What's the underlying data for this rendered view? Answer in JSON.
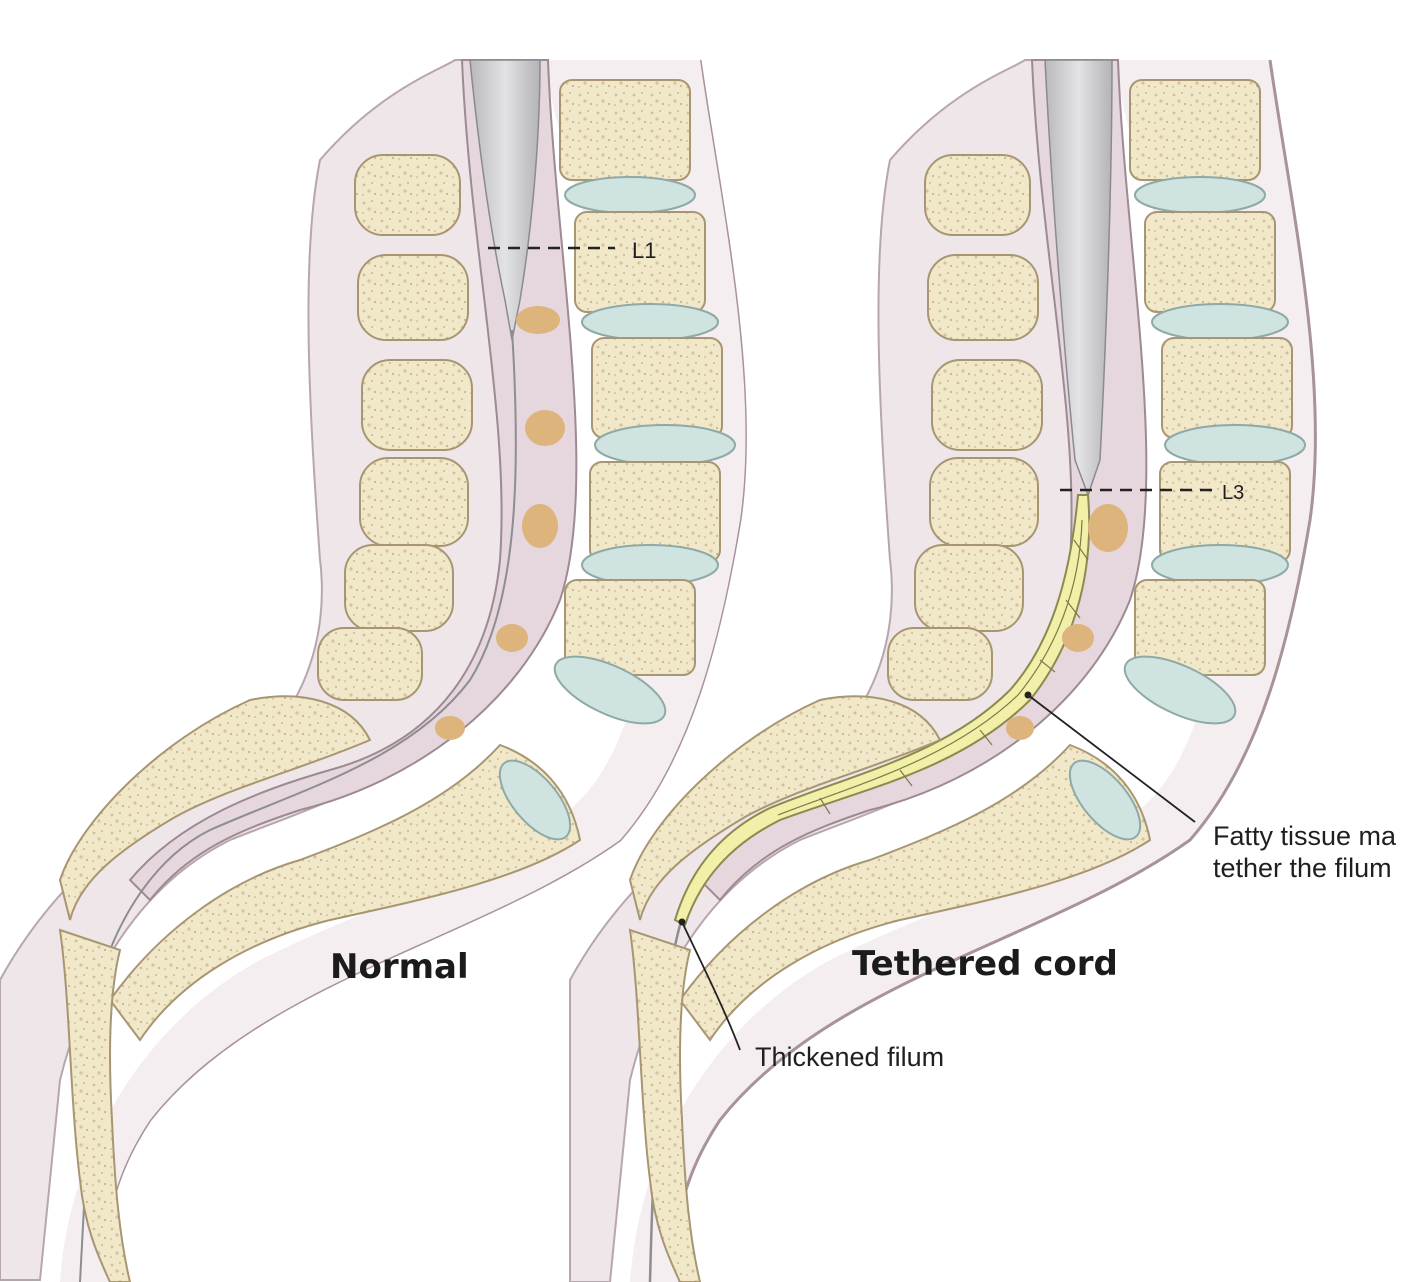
{
  "panels": [
    {
      "title": "Normal",
      "level_marker": "L1"
    },
    {
      "title": "Tethered cord",
      "level_marker": "L3",
      "callouts": [
        {
          "line1": "Fatty tissue ma",
          "line2": "tether the filum"
        },
        {
          "line1": "Thickened filum"
        }
      ]
    }
  ],
  "colors": {
    "bone": "#f1e8c9",
    "bone_speckle": "#c9b58e",
    "disc": "#cfe3e0",
    "dura": "#e6d6de",
    "soft_tissue": "#efe6ea",
    "cord": "#c9c9cc",
    "fat": "#f1efa8",
    "csf_fat": "#dcb47c",
    "outline": "#8f7d84"
  }
}
